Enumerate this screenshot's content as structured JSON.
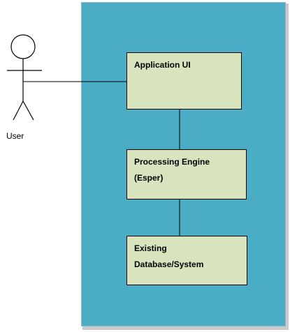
{
  "actor": {
    "label": "User",
    "icon": "stick-figure-icon"
  },
  "system": {
    "fill": "#4bacc6"
  },
  "components": {
    "ui": {
      "lines": [
        "Application UI"
      ]
    },
    "engine": {
      "lines": [
        "Processing Engine",
        "(Esper)"
      ]
    },
    "db": {
      "lines": [
        "Existing",
        "Database/System"
      ]
    },
    "fill": "#d7e4bd"
  },
  "connections": [
    {
      "from": "User",
      "to": "Application UI"
    },
    {
      "from": "Application UI",
      "to": "Processing Engine (Esper)"
    },
    {
      "from": "Processing Engine (Esper)",
      "to": "Existing Database/System"
    }
  ]
}
